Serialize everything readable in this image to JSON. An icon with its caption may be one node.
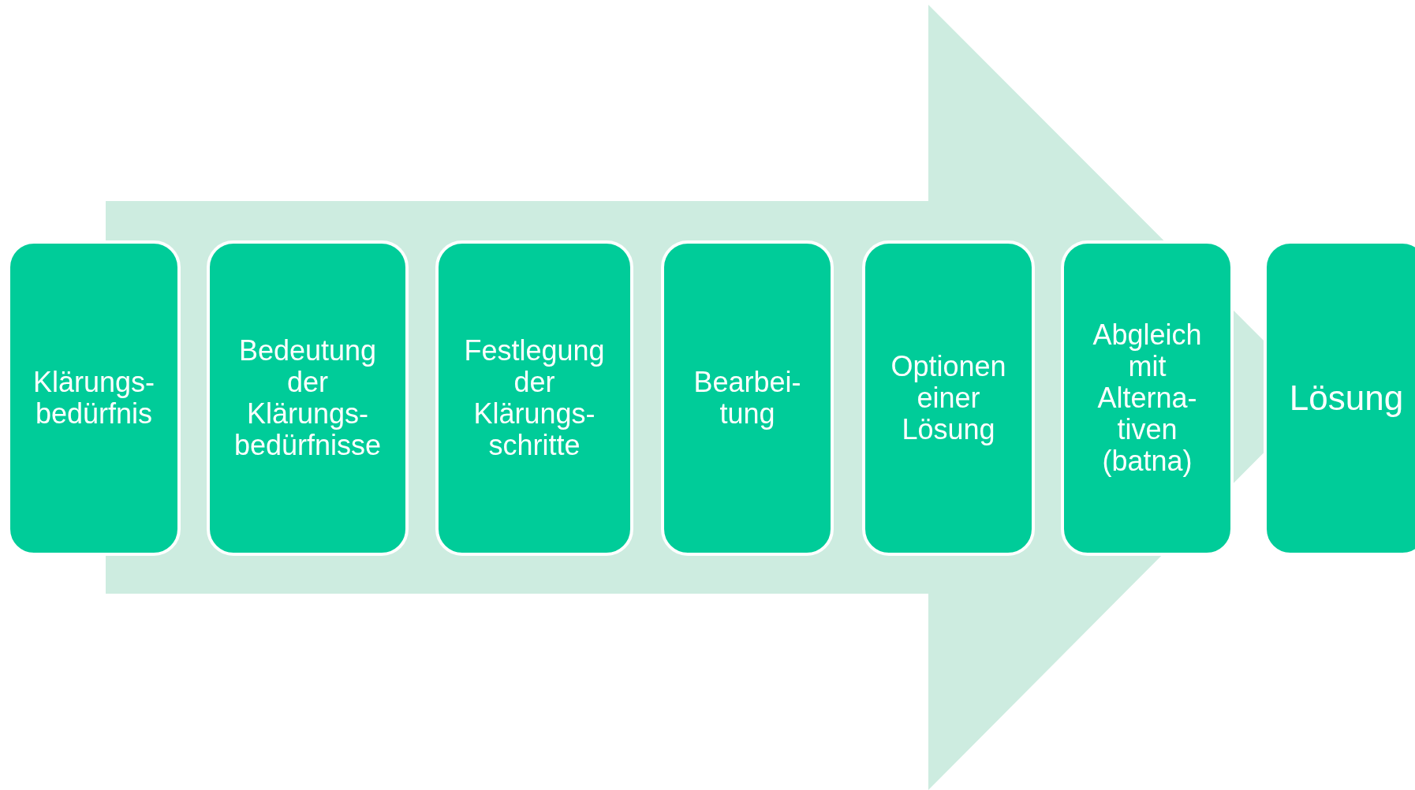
{
  "diagram": {
    "nodes": [
      {
        "text": [
          "Klärungs- bedürfnis"
        ]
      },
      {
        "text": [
          "Bedeutung der Klärungs- bedürfnisse"
        ]
      },
      {
        "text": [
          "Festlegung der Klärungs- schritte"
        ]
      },
      {
        "text": [
          "Bearbei- tung"
        ]
      },
      {
        "text": [
          "Optionen einer Lösung"
        ]
      },
      {
        "text": [
          "Abgleich mit Alterna- tiven (batna)"
        ]
      },
      {
        "text": [
          "Lösung"
        ]
      }
    ],
    "edges": [
      {
        "from": 0,
        "to": 6,
        "arrow": "to"
      }
    ]
  }
}
